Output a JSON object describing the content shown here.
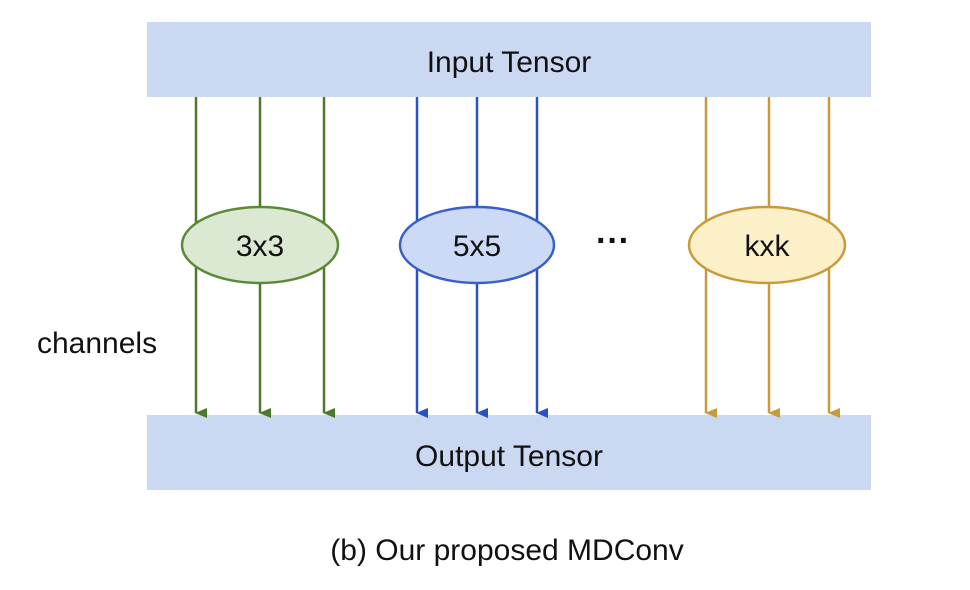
{
  "input_label": "Input Tensor",
  "output_label": "Output Tensor",
  "side_label": "channels",
  "ellipsis": "···",
  "caption": "(b) Our proposed MDConv",
  "tensor_fill": "#cbd8f2",
  "groups": [
    {
      "label": "3x3",
      "line_color": "#4a7a2a",
      "node_fill": "#dbe8d2",
      "node_stroke": "#5a8a35"
    },
    {
      "label": "5x5",
      "line_color": "#2952c8",
      "node_fill": "#cddaf5",
      "node_stroke": "#3a60c8"
    },
    {
      "label": "kxk",
      "line_color": "#c89a3a",
      "node_fill": "#fcf0c8",
      "node_stroke": "#c89a3a"
    }
  ]
}
